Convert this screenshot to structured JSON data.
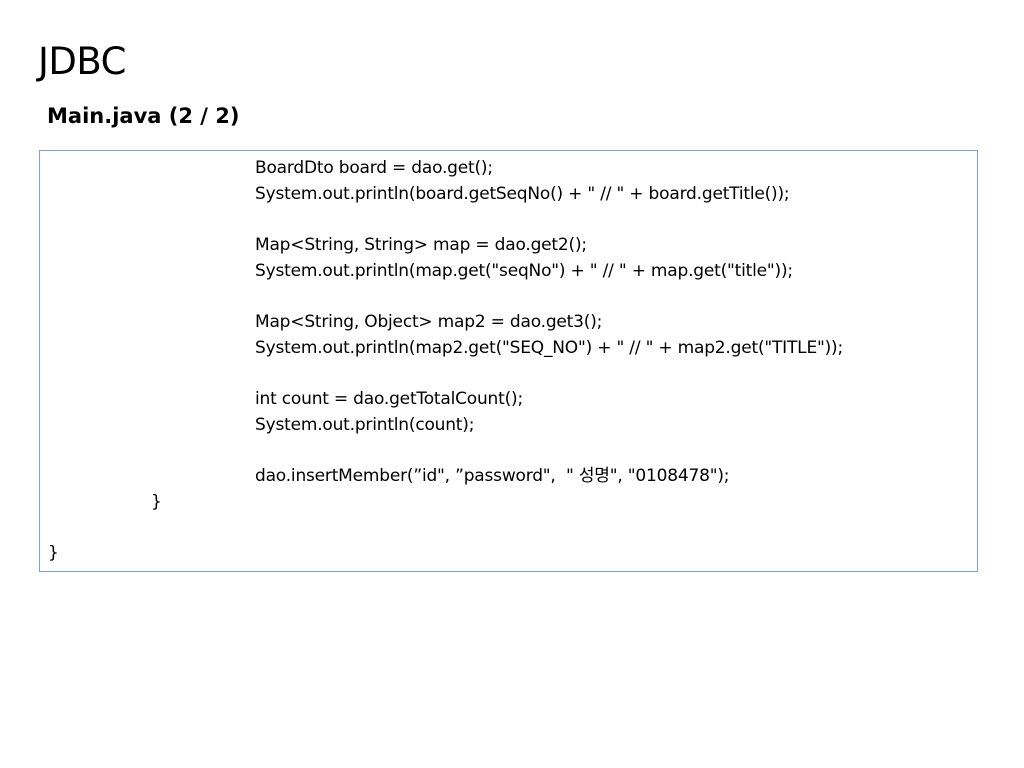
{
  "slide": {
    "title": "JDBC",
    "subtitle": "Main.java (2 / 2)"
  },
  "code": {
    "lines": [
      "BoardDto board = dao.get();",
      "System.out.println(board.getSeqNo() + \" // \" + board.getTitle());",
      "Map<String, String> map = dao.get2();",
      "System.out.println(map.get(\"seqNo\") + \" // \" + map.get(\"title\"));",
      "Map<String, Object> map2 = dao.get3();",
      "System.out.println(map2.get(\"SEQ_NO\") + \" // \" + map2.get(\"TITLE\"));",
      "int count = dao.getTotalCount();",
      "System.out.println(count);",
      "dao.insertMember(”id\", ”password\",  \" 성명\", \"0108478\");",
      "}",
      "}"
    ]
  }
}
